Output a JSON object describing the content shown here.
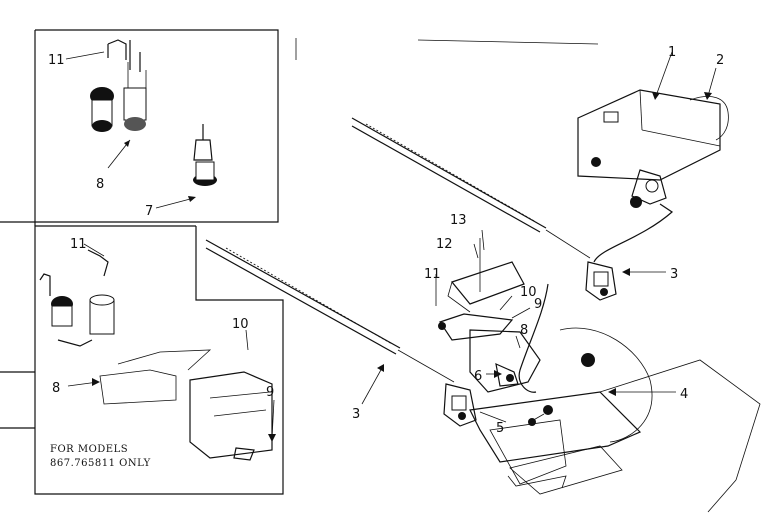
{
  "callouts": {
    "c1": "1",
    "c2": "2",
    "c3_right": "3",
    "c3_bottom": "3",
    "c4": "4",
    "c5": "5",
    "c6": "6",
    "c7": "7",
    "c8_top_inset": "8",
    "c8_main": "8",
    "c8_bottom_inset": "8",
    "c9_main": "9",
    "c9_inset": "9",
    "c10_main": "10",
    "c10_inset": "10",
    "c11_top_inset": "11",
    "c11_main": "11",
    "c11_bottom_inset": "11",
    "c12": "12",
    "c13": "13"
  },
  "inset_note": {
    "line1": "FOR MODELS",
    "line2": "867.765811 ONLY"
  }
}
